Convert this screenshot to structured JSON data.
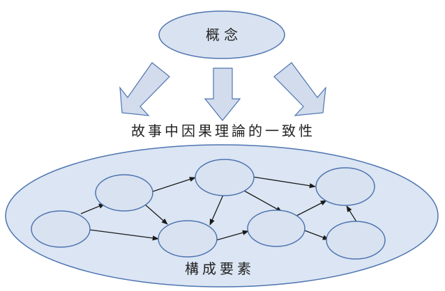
{
  "concept_label": "概 念",
  "consistency_label": "故事中因果理論的一致性",
  "components_label": "構成要素",
  "colors": {
    "node_fill": "#d9e2f0",
    "node_stroke": "#4d74b0",
    "container_fill": "#dbe5f3",
    "arrow_fill": "#d2dcec",
    "edge": "#1a1a1a",
    "text": "#222222"
  }
}
